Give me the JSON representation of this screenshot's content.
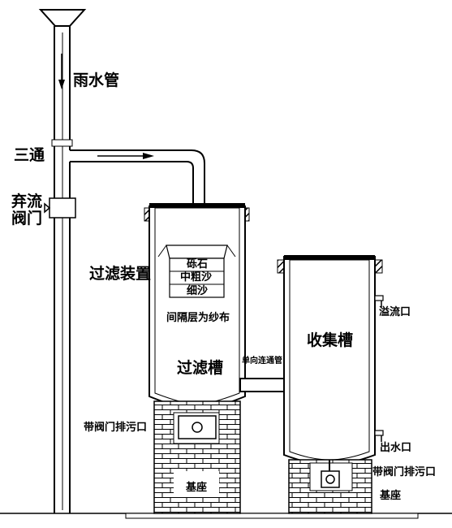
{
  "labels": {
    "rain_pipe": "雨水管",
    "tee": "三通",
    "discard_valve": "弃流阀门",
    "filter_device": "过滤装置",
    "gravel": "砾石",
    "medium_coarse_sand": "中粗沙",
    "fine_sand": "细沙",
    "separator_gauze": "间隔层为纱布",
    "filter_tank": "过滤槽",
    "one_way_pipe": "单向连通管",
    "collection_tank": "收集槽",
    "overflow_outlet": "溢流口",
    "water_outlet": "出水口",
    "drain_valve_left": "带阀门排污口",
    "drain_valve_right": "带阀门排污口",
    "base_left": "基座",
    "base_right": "基座"
  }
}
